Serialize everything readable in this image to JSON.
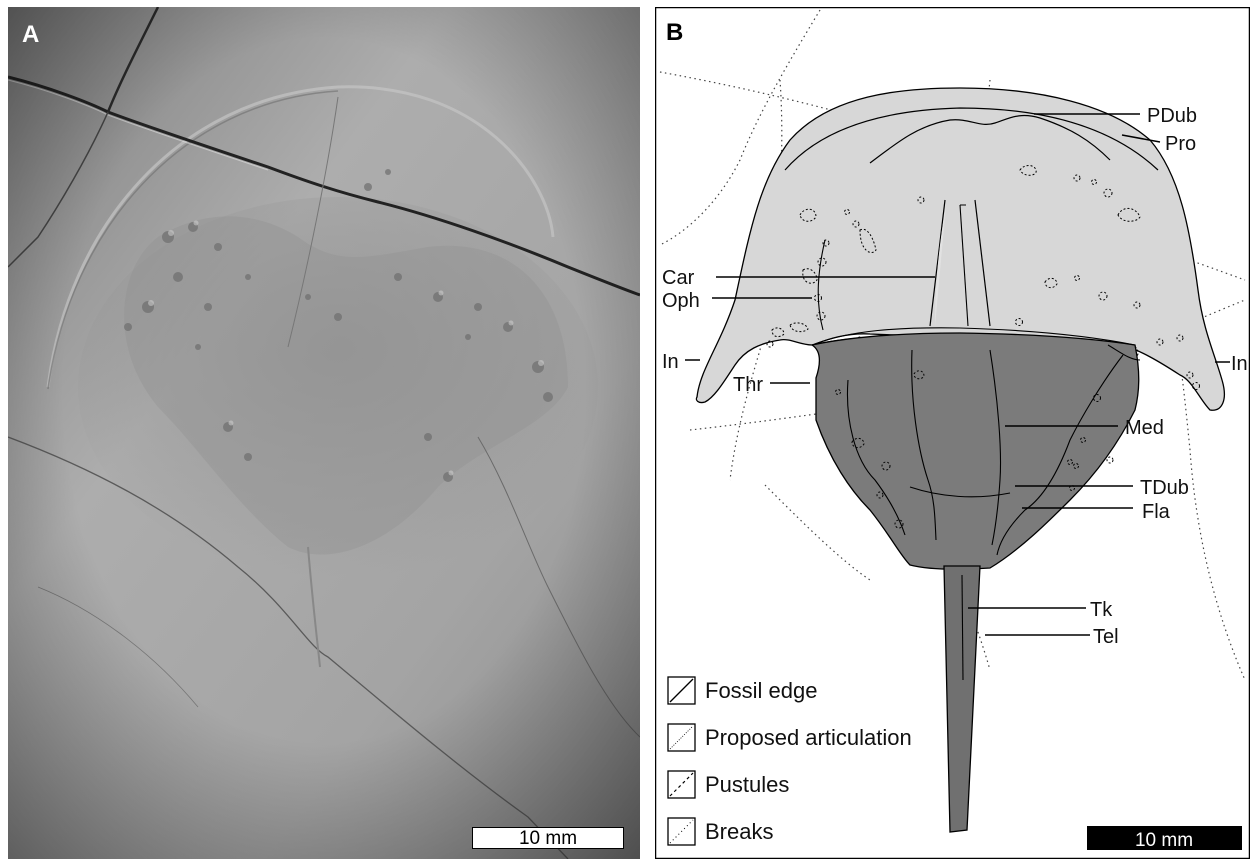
{
  "panel_a": {
    "letter": "A",
    "scale_bar_label": "10 mm"
  },
  "panel_b": {
    "letter": "B",
    "scale_bar_label": "10 mm",
    "labels": {
      "pdub": "PDub",
      "pro": "Pro",
      "car": "Car",
      "oph": "Oph",
      "in_left": "In",
      "in_right": "In",
      "thr": "Thr",
      "med": "Med",
      "tdub": "TDub",
      "fla": "Fla",
      "tk": "Tk",
      "tel": "Tel"
    },
    "legend": [
      {
        "label": "Fossil edge"
      },
      {
        "label": "Proposed articulation"
      },
      {
        "label": "Pustules"
      },
      {
        "label": "Breaks"
      }
    ],
    "colors": {
      "prosoma_fill": "#d7d7d7",
      "thoracetron_fill": "#7b7b7b",
      "telson_fill": "#707070",
      "photo_base": "#a9a9a9"
    }
  }
}
